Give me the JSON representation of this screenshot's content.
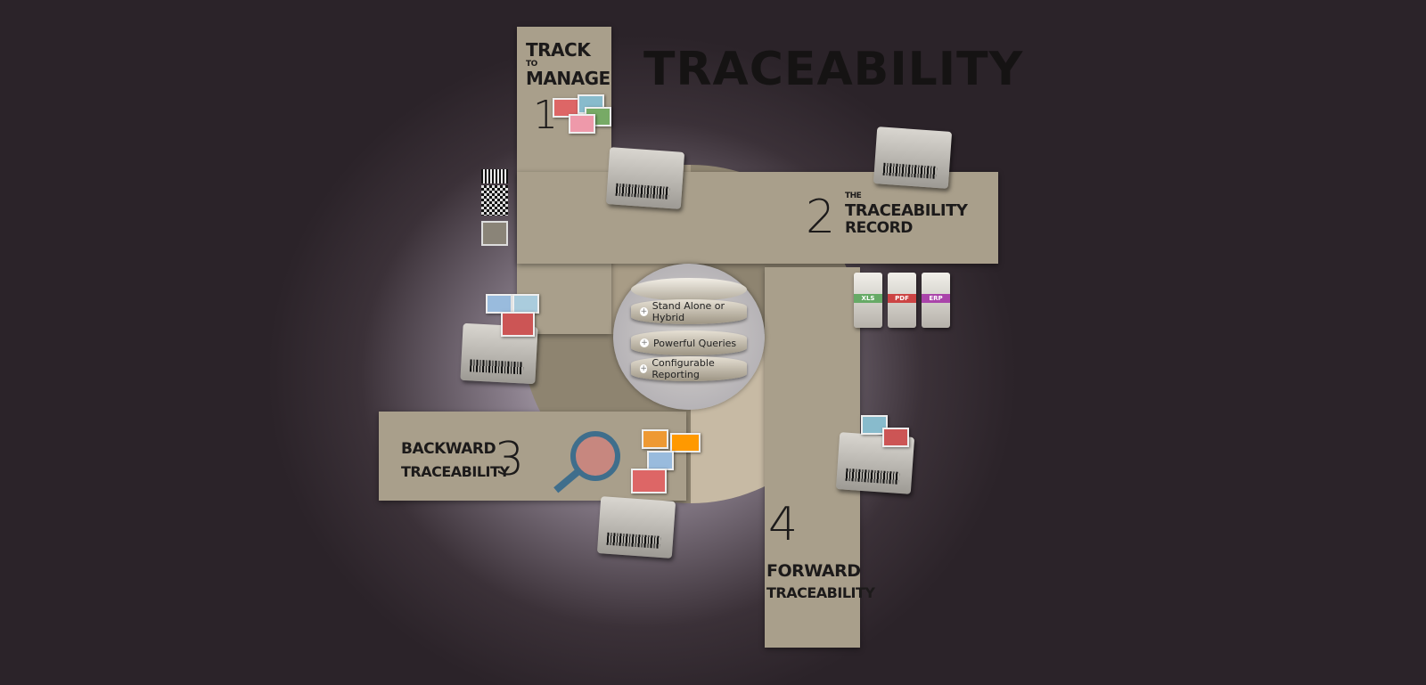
{
  "title": "TRACEABILITY",
  "steps": [
    {
      "number": "1",
      "line1": "TRACK",
      "line2": "TO",
      "line3": "MANAGE"
    },
    {
      "number": "2",
      "line1": "THE",
      "line2": "TRACEABILITY",
      "line3": "RECORD"
    },
    {
      "number": "3",
      "line1": "BACKWARD",
      "line2": "TRACEABILITY"
    },
    {
      "number": "4",
      "line1": "FORWARD",
      "line2": "TRACEABILITY"
    }
  ],
  "database": {
    "items": [
      "Stand Alone or Hybrid",
      "Powerful Queries",
      "Configurable Reporting"
    ]
  },
  "exports": [
    "XLS",
    "PDF",
    "ERP"
  ],
  "colors": {
    "bar": "#a99f8b",
    "ring": "#8e8470",
    "ring_light": "#c7baa4",
    "text": "#1c1a1a"
  }
}
